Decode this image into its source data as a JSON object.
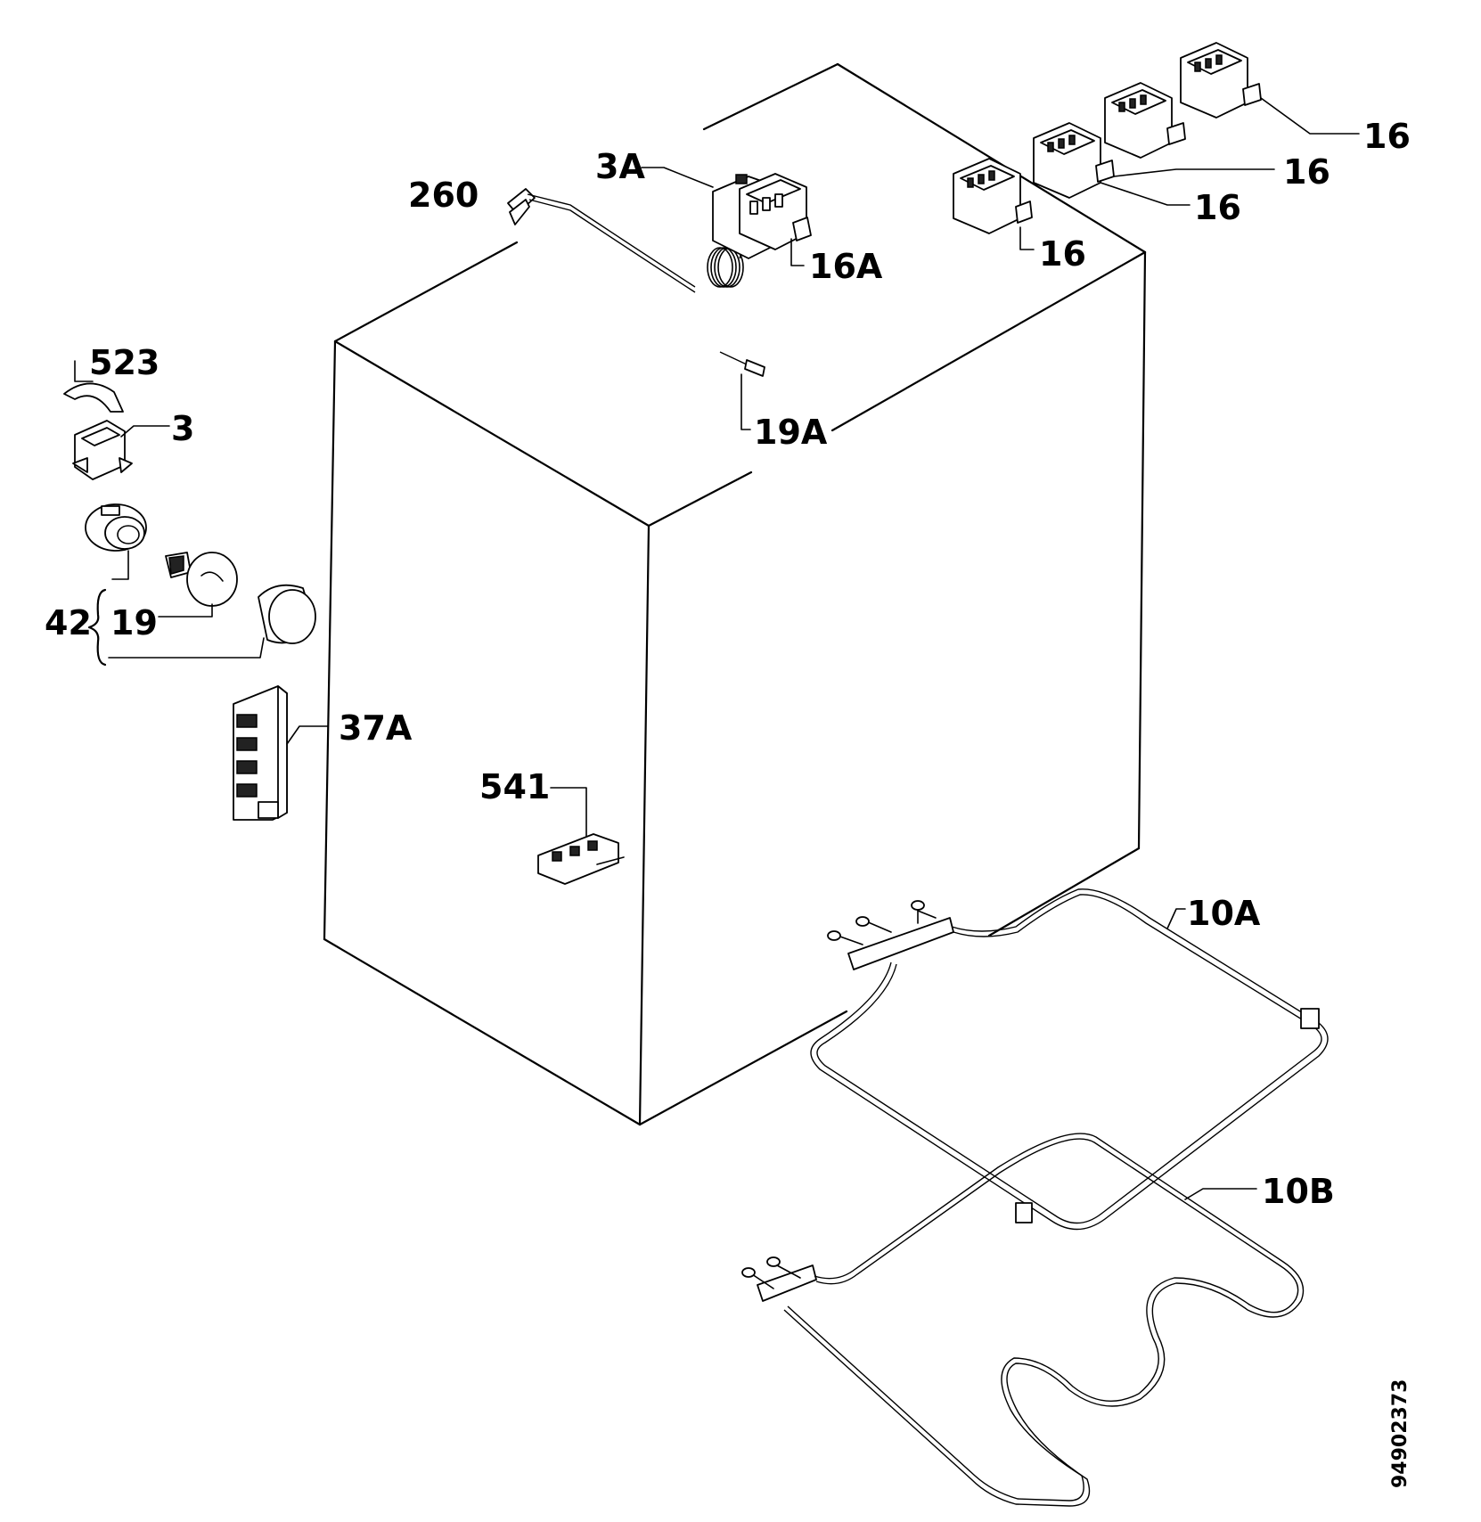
{
  "labels": {
    "l260": "260",
    "l3A": "3A",
    "l16A": "16A",
    "l16a": "16",
    "l16b": "16",
    "l16c": "16",
    "l16d": "16",
    "l523": "523",
    "l3": "3",
    "l42": "42",
    "l19": "19",
    "l19A": "19A",
    "l37A": "37A",
    "l541": "541",
    "l10A": "10A",
    "l10B": "10B"
  },
  "drawing_code": "94902373"
}
